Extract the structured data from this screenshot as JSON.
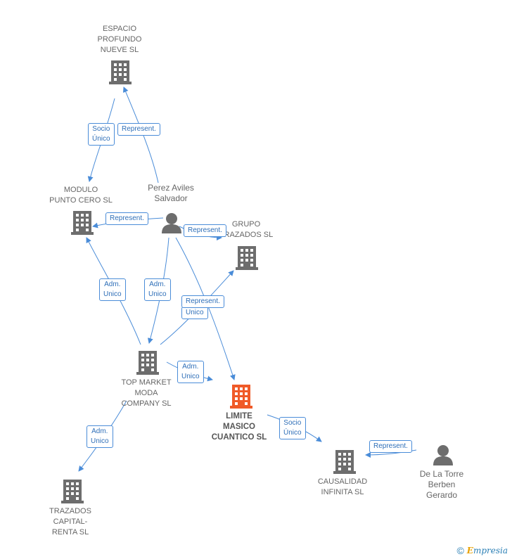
{
  "nodes": [
    {
      "id": "espacio",
      "kind": "company",
      "label": "ESPACIO\nPROFUNDO\nNUEVE SL"
    },
    {
      "id": "modulo",
      "kind": "company",
      "label": "MODULO\nPUNTO CERO SL"
    },
    {
      "id": "perez",
      "kind": "person",
      "label": "Perez Aviles\nSalvador"
    },
    {
      "id": "grupo",
      "kind": "company",
      "label": "GRUPO\nTRAZADOS SL"
    },
    {
      "id": "topmarket",
      "kind": "company",
      "label": "TOP MARKET\nMODA\nCOMPANY SL"
    },
    {
      "id": "limite",
      "kind": "company-focus",
      "label": "LIMITE\nMASICO\nCUANTICO SL"
    },
    {
      "id": "causalidad",
      "kind": "company",
      "label": "CAUSALIDAD\nINFINITA SL"
    },
    {
      "id": "delatorre",
      "kind": "person",
      "label": "De La Torre\nBerben\nGerardo"
    },
    {
      "id": "trazados",
      "kind": "company",
      "label": "TRAZADOS\nCAPITAL-\nRENTA SL"
    }
  ],
  "edge_labels": [
    {
      "id": "socio-espacio-modulo",
      "text": "Socio\nÚnico"
    },
    {
      "id": "rep-perez-espacio",
      "text": "Represent."
    },
    {
      "id": "rep-perez-modulo",
      "text": "Represent."
    },
    {
      "id": "rep-perez-grupo",
      "text": "Represent."
    },
    {
      "id": "adm-top-modulo",
      "text": "Adm.\nUnico"
    },
    {
      "id": "adm-perez-top",
      "text": "Adm.\nUnico"
    },
    {
      "id": "rep-perez-limite",
      "text": "Represent."
    },
    {
      "id": "unico-top-grupo",
      "text": "Unico"
    },
    {
      "id": "adm-top-limite",
      "text": "Adm.\nUnico"
    },
    {
      "id": "adm-top-trazados",
      "text": "Adm.\nUnico"
    },
    {
      "id": "socio-limite-causalidad",
      "text": "Socio\nÚnico"
    },
    {
      "id": "rep-delatorre-causalidad",
      "text": "Represent."
    }
  ],
  "colors": {
    "edge": "#4a8cd8",
    "icon": "#6d6d6d",
    "focus": "#f05a28"
  },
  "footer": {
    "copyright": "©",
    "brand_first": "E",
    "brand_rest": "mpresia"
  }
}
